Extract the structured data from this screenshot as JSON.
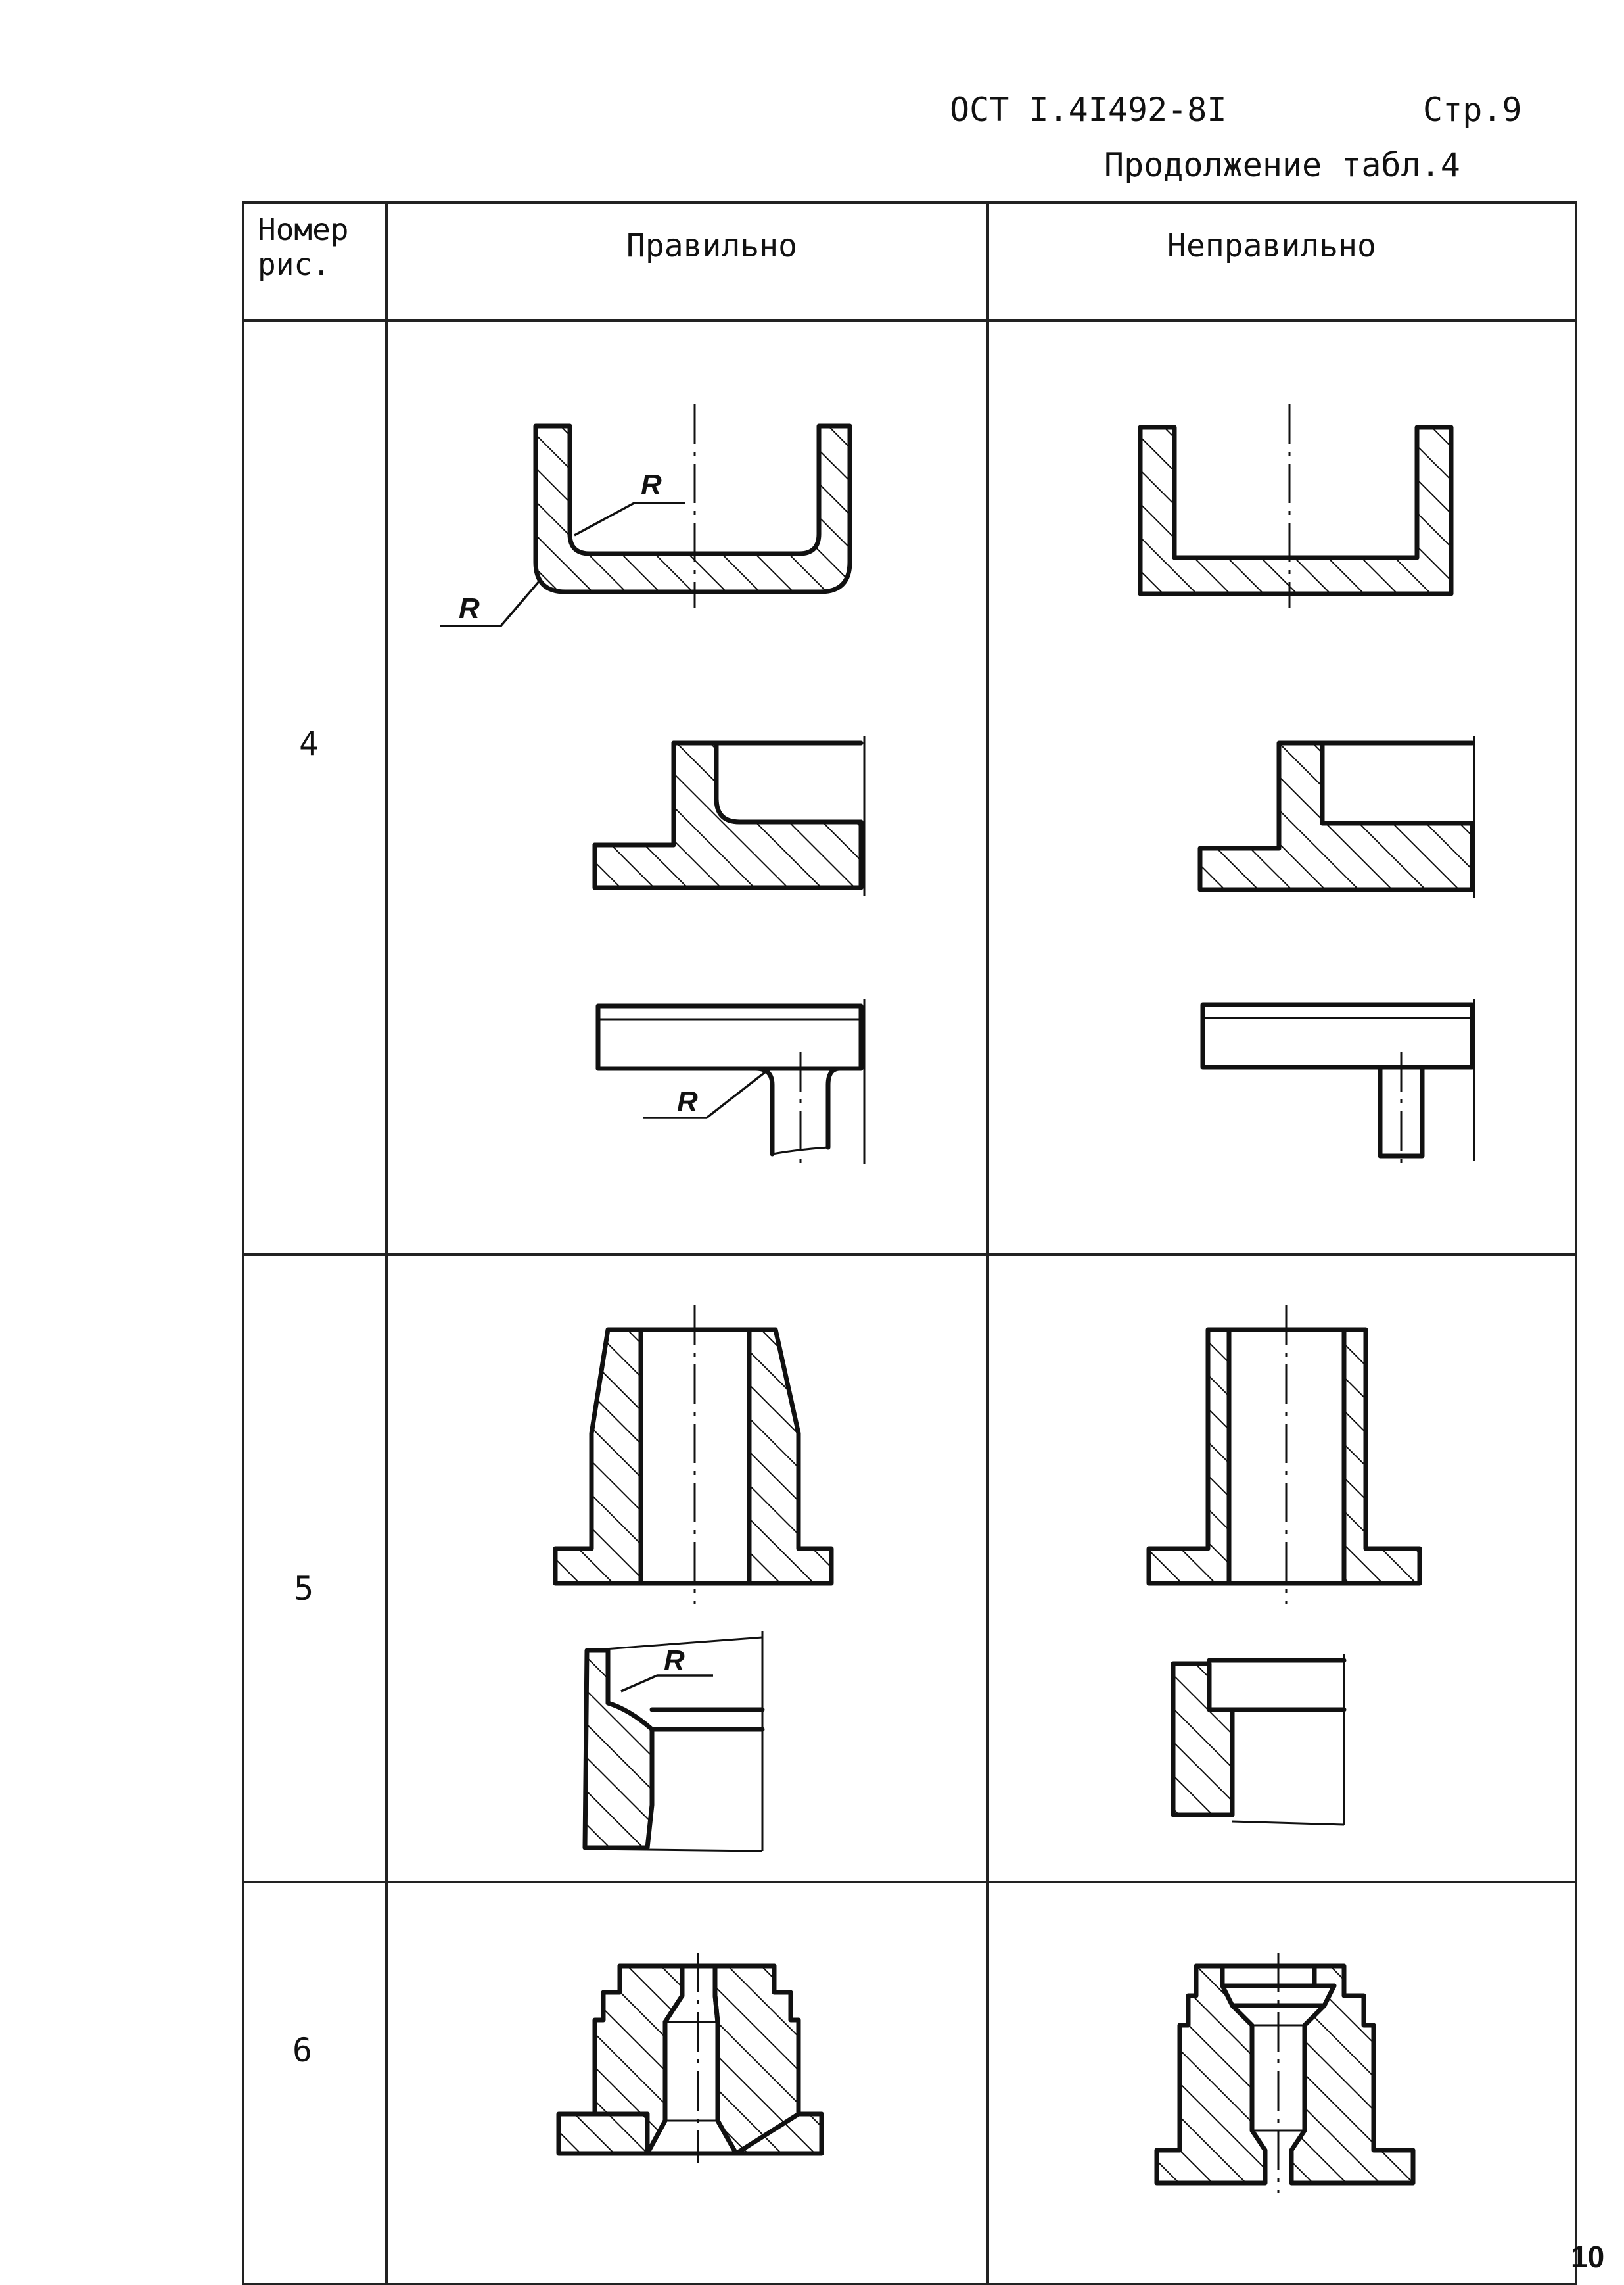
{
  "header": {
    "doc_code": "ОСТ I.4I492-8I",
    "page_ref": "Стр.9",
    "continuation": "Продолжение табл.4"
  },
  "table": {
    "columns": {
      "number_line1": "Номер",
      "number_line2": "рис.",
      "correct": "Правильно",
      "incorrect": "Неправильно"
    },
    "rows": [
      {
        "number": "4"
      },
      {
        "number": "5"
      },
      {
        "number": "6"
      }
    ],
    "radius_label": "R"
  },
  "footer": {
    "page_number": "10"
  }
}
